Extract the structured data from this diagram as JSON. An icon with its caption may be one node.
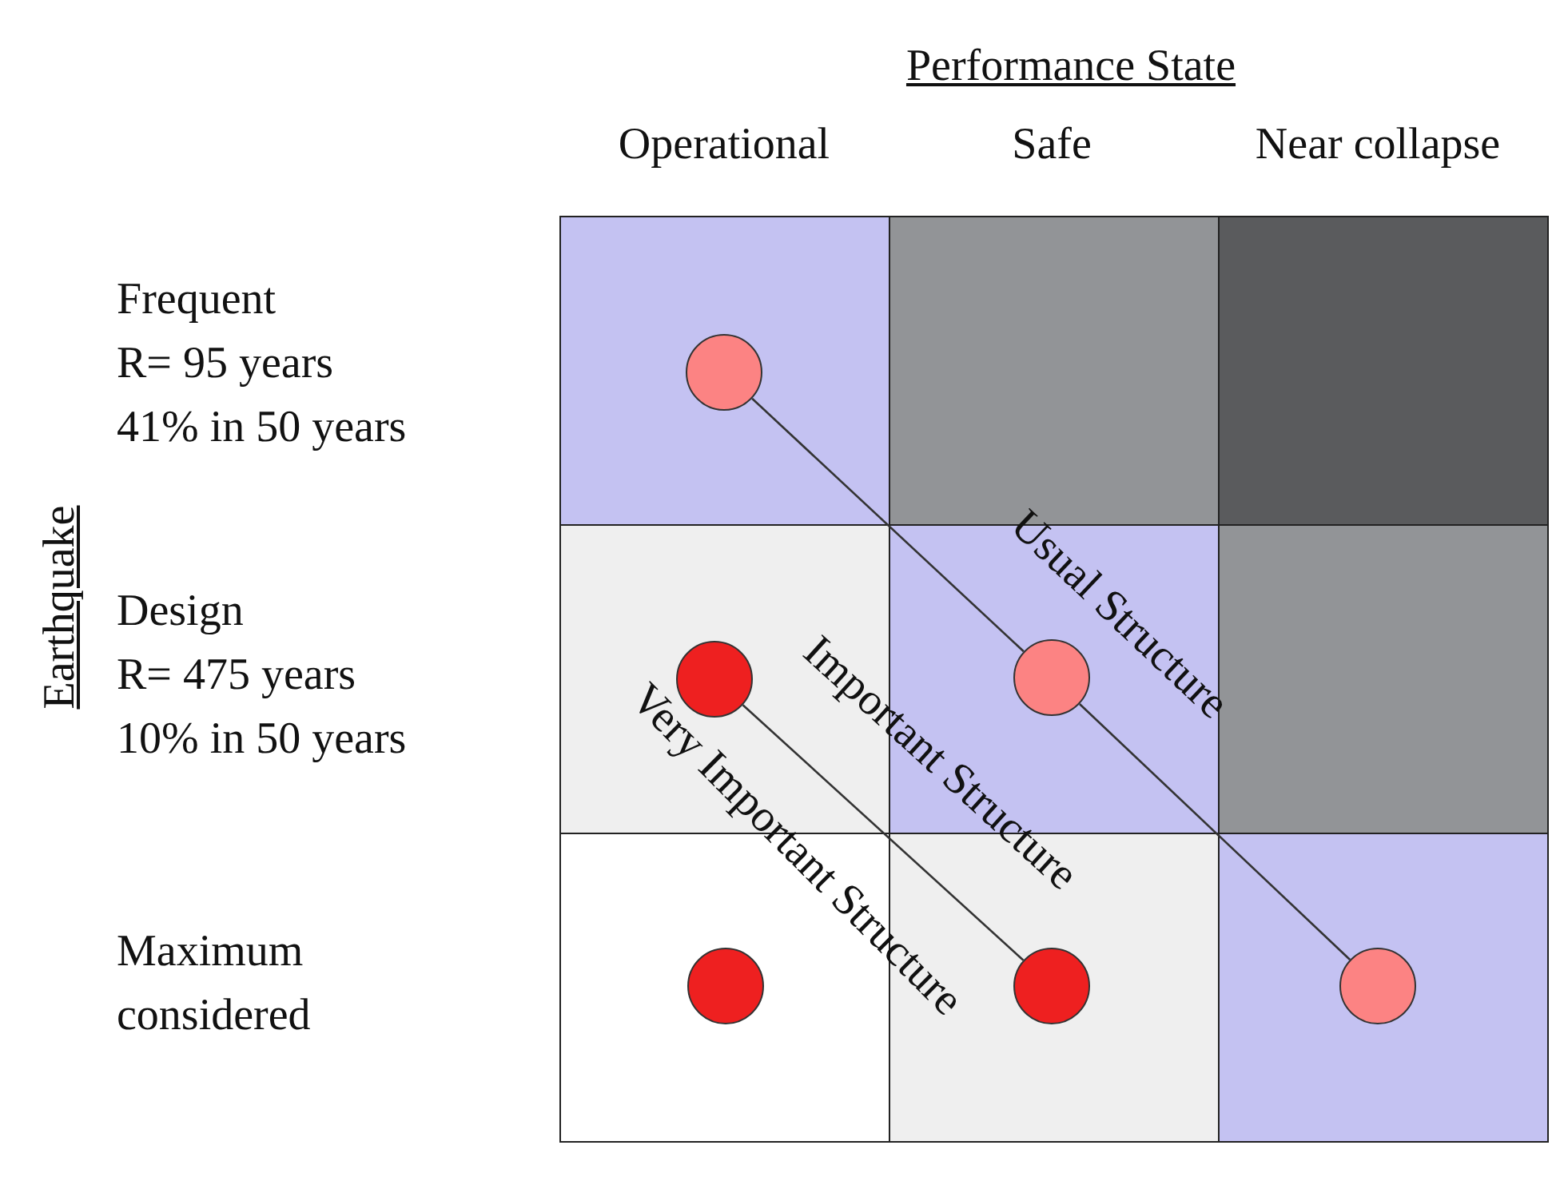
{
  "diagram": {
    "nodes": [
      {
        "text": [],
        "shape": "circle"
      },
      {
        "text": [],
        "shape": "circle"
      },
      {
        "text": [],
        "shape": "circle"
      },
      {
        "text": [],
        "shape": "circle"
      },
      {
        "text": [],
        "shape": "circle"
      },
      {
        "text": [],
        "shape": "circle"
      }
    ],
    "edges": [
      {
        "from": 0,
        "to": 2,
        "arrow": "none"
      },
      {
        "from": 2,
        "to": 5,
        "arrow": "none",
        "label": "Usual Structure"
      },
      {
        "from": 1,
        "to": 4,
        "arrow": "none",
        "label": "Important Structure"
      }
    ],
    "labels": [
      "Performance State",
      "Operational",
      "Safe",
      "Near collapse",
      "Frequent",
      "R= 95 years",
      "41% in 50 years",
      "Earthquake",
      "Design",
      "R= 475 years",
      "10% in 50 years",
      "Very Important Structure",
      "Maximum",
      "considered"
    ]
  }
}
